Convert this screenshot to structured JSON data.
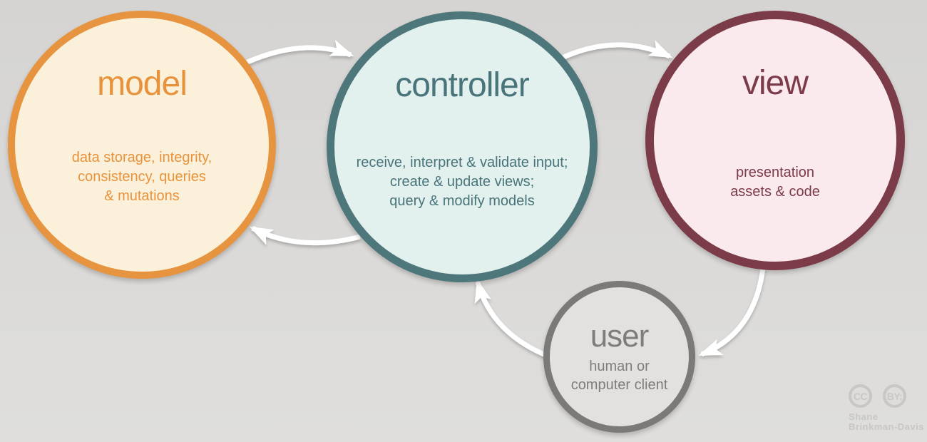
{
  "diagram_type": "model-view-controller-flow",
  "background_color": "#D8D6D4",
  "arrow_color": "#FFFFFF",
  "nodes": {
    "model": {
      "label": "model",
      "desc": "data storage, integrity,\nconsistency, queries\n& mutations",
      "border_color": "#E79440",
      "fill_color": "#FBF1DB",
      "text_color": "#E8923C"
    },
    "controller": {
      "label": "controller",
      "desc": "receive, interpret & validate input;\ncreate & update views;\nquery & modify models",
      "border_color": "#4E777C",
      "fill_color": "#E2F0EE",
      "text_color": "#497479"
    },
    "view": {
      "label": "view",
      "desc": "presentation\nassets & code",
      "border_color": "#7C3B49",
      "fill_color": "#FAEAED",
      "text_color": "#7C3B49"
    },
    "user": {
      "label": "user",
      "desc": "human or\ncomputer client",
      "border_color": "#7B7A78",
      "fill_color": "#E2E1DF",
      "text_color": "#7E7D7B"
    }
  },
  "edges": [
    {
      "from": "model",
      "to": "controller"
    },
    {
      "from": "controller",
      "to": "view"
    },
    {
      "from": "controller",
      "to": "model"
    },
    {
      "from": "view",
      "to": "user"
    },
    {
      "from": "user",
      "to": "controller"
    }
  ],
  "attribution": {
    "cc_label": "CC",
    "by_label": "BY:",
    "author_line1": "Shane",
    "author_line2": "Brinkman-Davis",
    "color": "#C9C6C3"
  }
}
